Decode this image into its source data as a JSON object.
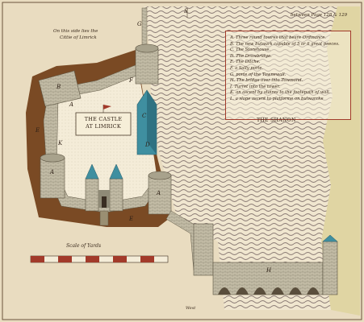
{
  "header": {
    "top_right_note": "between Page 128 & 129",
    "top_center_mark": "S"
  },
  "map": {
    "title_plaque": [
      "THE CASTLE",
      "AT LIMRICK"
    ],
    "river_label": "THE SHANON",
    "side_note": [
      "On this side lies the",
      "Cittie of Limrick"
    ],
    "scale_label": "Scale of Yards",
    "bottom_mark": "West",
    "letters": [
      "G",
      "F",
      "B",
      "C",
      "A",
      "D",
      "E",
      "K",
      "A",
      "A",
      "E",
      "H"
    ]
  },
  "legend": {
    "entries": [
      "A. Three round towres that beare Ordinance.",
      "B. The new bulwark capable of 5 or 6 great peeces.",
      "C. The Storehouse.",
      "D. The Drawbridge.",
      "E. The Ditche.",
      "F. a Sally porte.",
      "G. porte of the Townewall.",
      "H. The bridge over into Towmond.",
      "I. Turret into the tower.",
      "K. an ascent by staires to the footepath of wall.",
      "L. a slope ascent to platforme on bulwarcke"
    ]
  },
  "colors": {
    "paper": "#e9dcc0",
    "water_wave": "#8a7a74",
    "ditch": "#7a4a24",
    "stone": "#b8b29c",
    "roof_blue": "#3f8fa0",
    "border_red": "#a23a2a",
    "shore_green": "#c9c86a"
  },
  "icons": [
    "compass-mark-icon",
    "flag-icon",
    "scale-bar-icon"
  ]
}
